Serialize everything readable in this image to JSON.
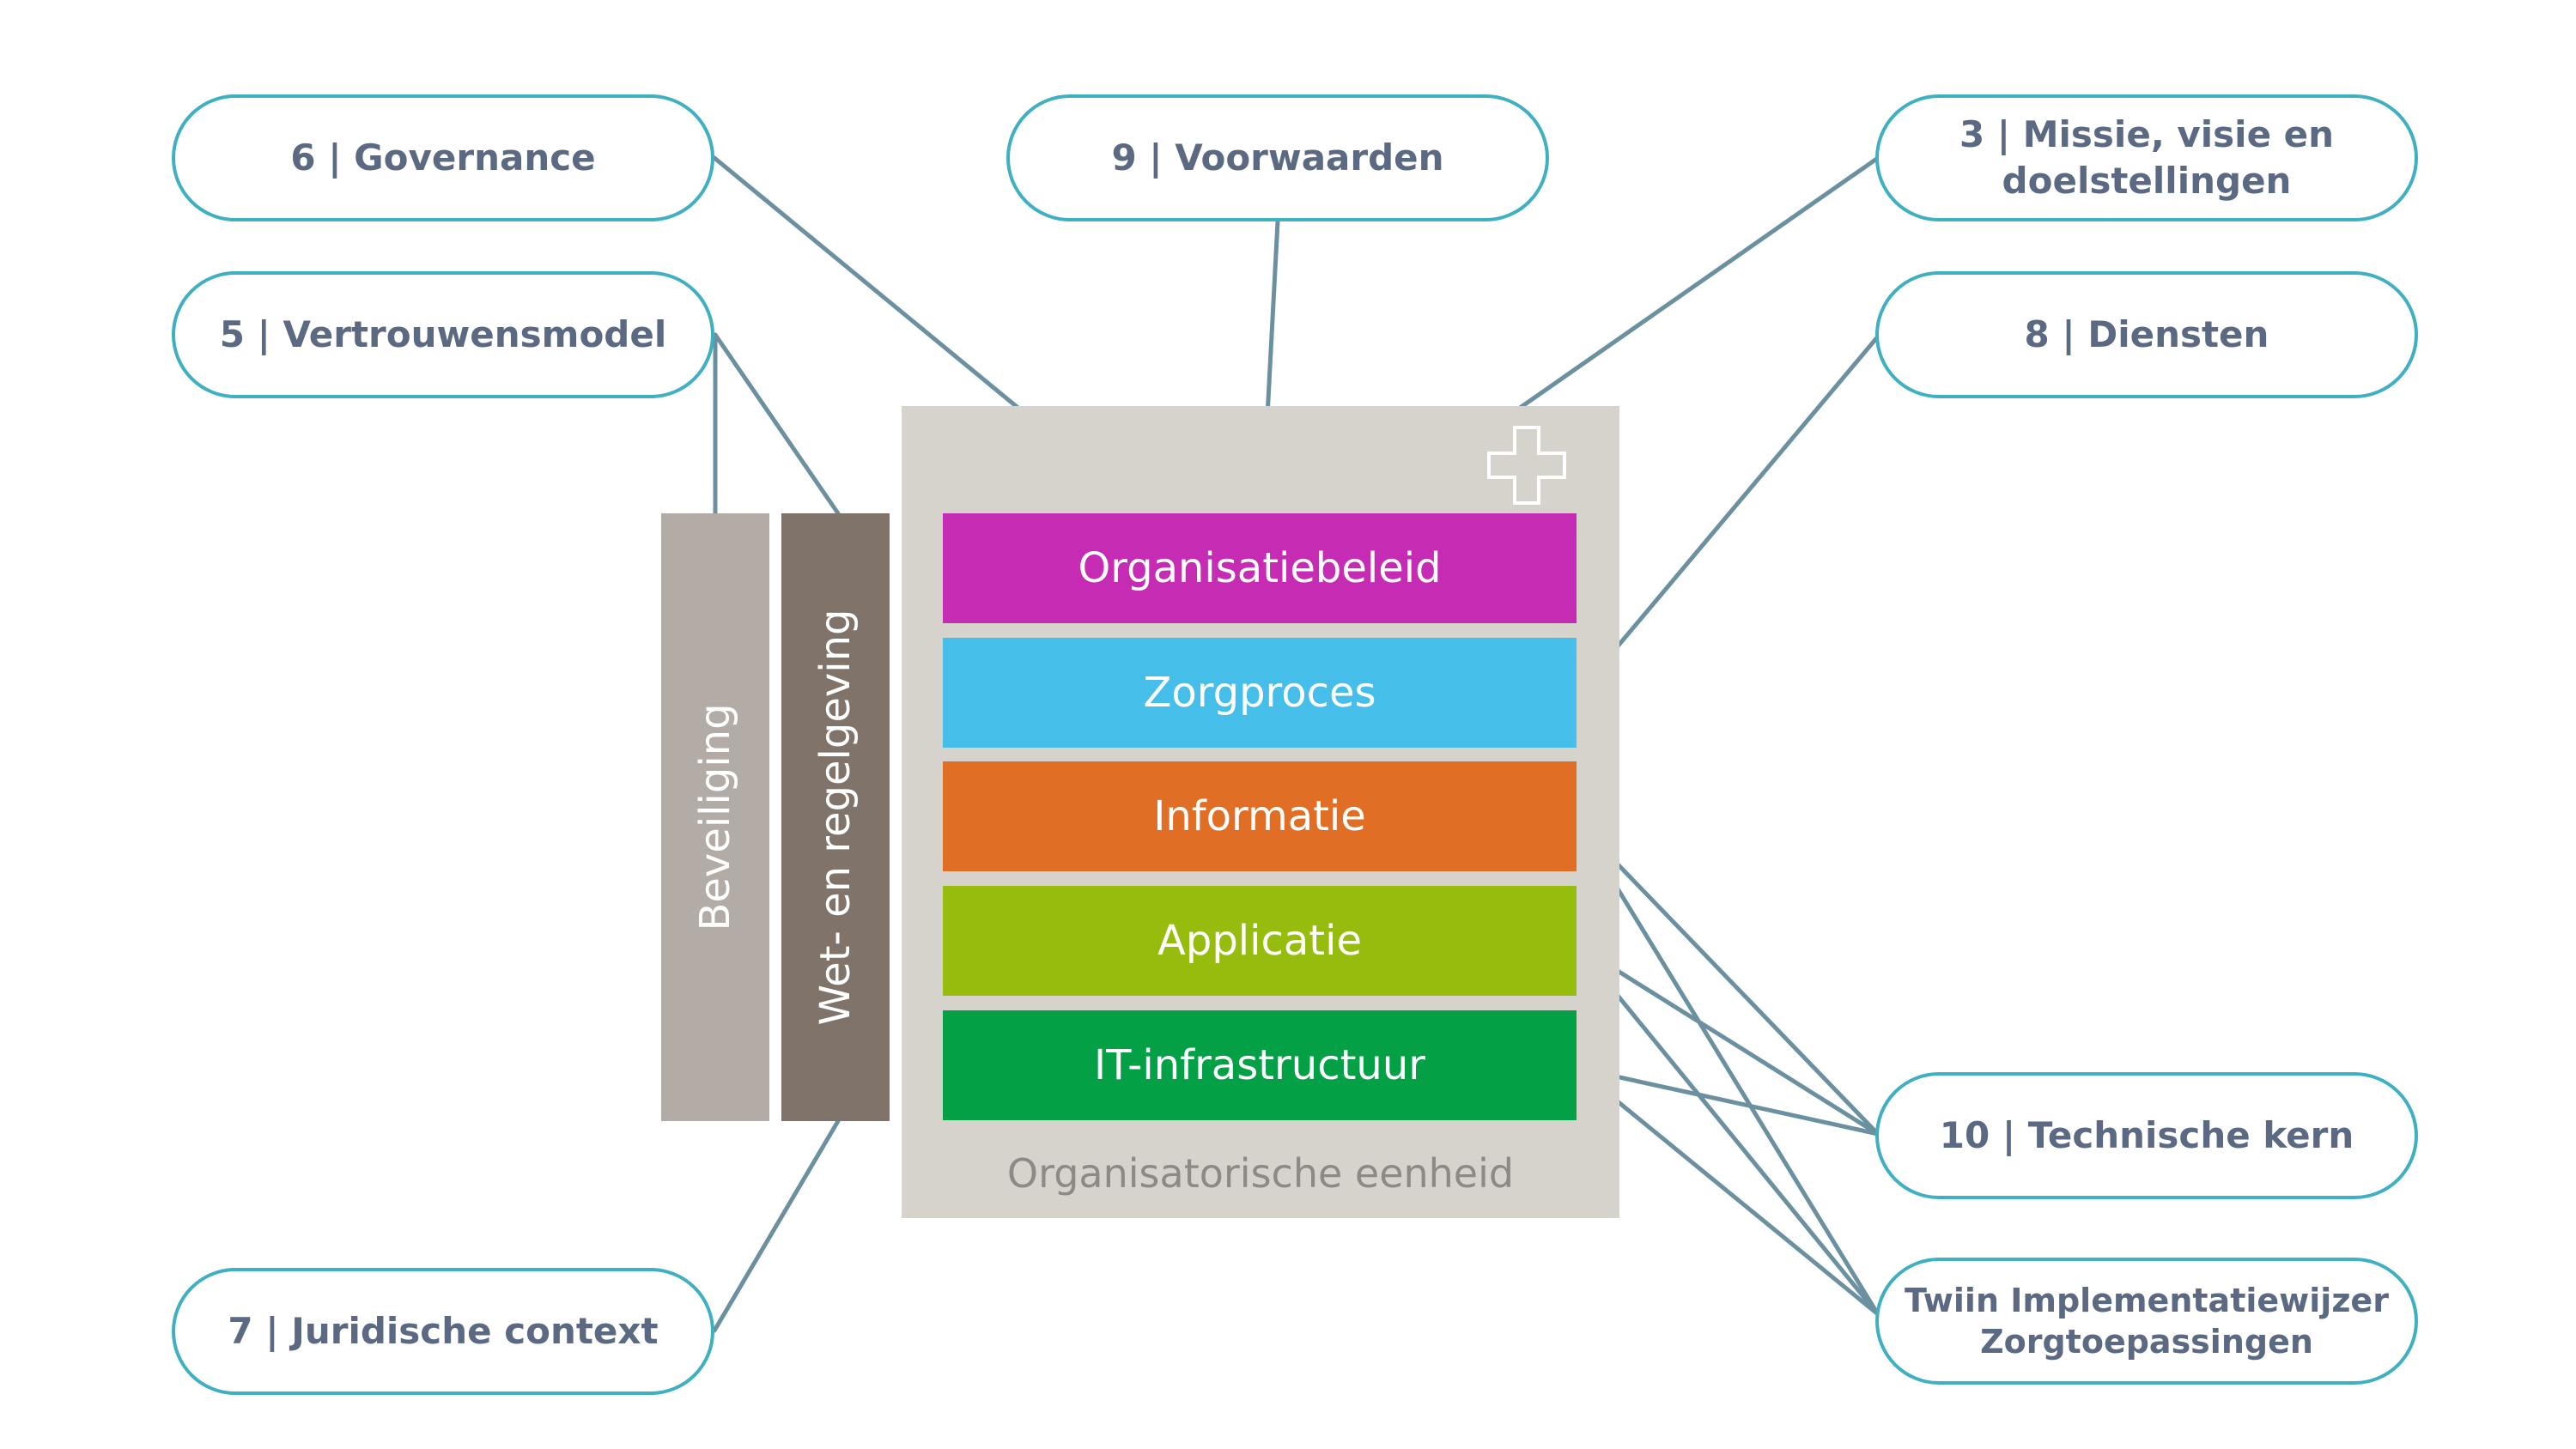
{
  "boxes": {
    "governance": "6 | Governance",
    "voorwaarden": "9 | Voorwaarden",
    "missie": "3 | Missie, visie en\ndoelstellingen",
    "vertrouwensmodel": "5 | Vertrouwensmodel",
    "diensten": "8 | Diensten",
    "technische_kern": "10 | Technische kern",
    "juridische_context": "7 | Juridische context",
    "twiin": "Twiin Implementatiewijzer\nZorgtoepassingen"
  },
  "org_unit": {
    "label": "Organisatorische eenheid",
    "icon": "plus-icon"
  },
  "layers": [
    {
      "label": "Organisatiebeleid",
      "color": "#c52bb3"
    },
    {
      "label": "Zorgproces",
      "color": "#45bfe9"
    },
    {
      "label": "Informatie",
      "color": "#e06f25"
    },
    {
      "label": "Applicatie",
      "color": "#96bd0e"
    },
    {
      "label": "IT-infrastructuur",
      "color": "#03a045"
    }
  ],
  "side_bars": {
    "beveiliging": {
      "label": "Beveiliging",
      "color": "#b3aca6"
    },
    "wet": {
      "label": "Wet- en regelgeving",
      "color": "#80736a"
    }
  },
  "colors": {
    "pill_border": "#3fb0c2",
    "pill_text": "#5b6a82",
    "connector": "#6b909f",
    "org_unit_bg": "#d6d2cc"
  }
}
